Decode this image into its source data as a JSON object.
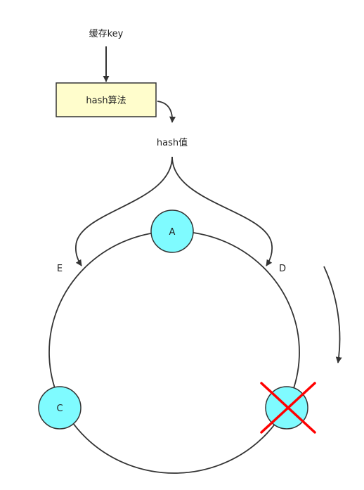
{
  "input_label": "缓存key",
  "hash_box_label": "hash算法",
  "hash_value_label": "hash值",
  "markers": {
    "left": "E",
    "right": "D"
  },
  "nodes": [
    {
      "id": "A",
      "label": "A",
      "removed": false
    },
    {
      "id": "C",
      "label": "C",
      "removed": false
    },
    {
      "id": "B",
      "label": "",
      "removed": true
    }
  ],
  "colors": {
    "node_fill": "#7FFBFF",
    "box_fill": "#FFFDCC",
    "removed_mark": "#FF0000",
    "line": "#333333"
  }
}
